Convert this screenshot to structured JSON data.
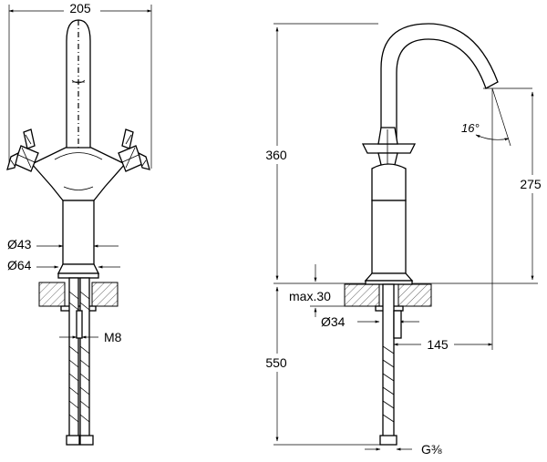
{
  "front_view": {
    "width_label": "205",
    "outer_dia_label": "Ø43",
    "base_dia_label": "Ø64",
    "thread_label": "M8"
  },
  "side_view": {
    "height_label": "360",
    "outlet_height_label": "275",
    "angle_label": "16°",
    "counter_label": "max.30",
    "hole_label": "Ø34",
    "reach_label": "145",
    "hose_label": "550",
    "connection_label": "G⅜"
  }
}
